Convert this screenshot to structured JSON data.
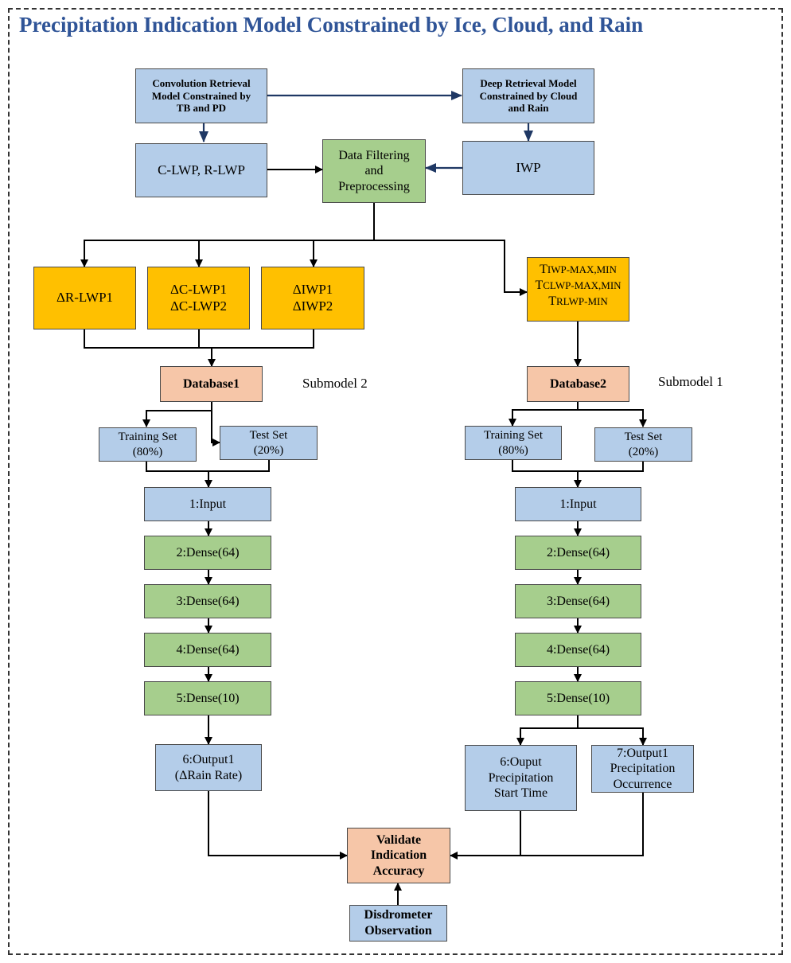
{
  "title": "Precipitation Indication Model Constrained by Ice, Cloud, and Rain",
  "nodes": {
    "conv_model": "Convolution Retrieval\nModel Constrained by\nTB and PD",
    "deep_model": "Deep Retrieval Model\nConstrained by Cloud\nand Rain",
    "clwp_rlwp": "C-LWP, R-LWP",
    "data_filter": "Data Filtering\nand\nPreprocessing",
    "iwp": "IWP",
    "d_rlwp": "ΔR-LWP1",
    "d_clwp": "ΔC-LWP1\nΔC-LWP2",
    "d_iwp": "ΔIWP1\nΔIWP2",
    "t_vars": {
      "line1_main": "T",
      "line1_sub": "IWP-MAX,MIN",
      "line2_main": "T",
      "line2_sub": "CLWP-MAX,MIN",
      "line3_main": "T",
      "line3_sub": "RLWP-MIN"
    },
    "database1": "Database1",
    "database2": "Database2",
    "submodel2": "Submodel 2",
    "submodel1": "Submodel 1",
    "train1": "Training Set\n(80%)",
    "test1": "Test Set\n(20%)",
    "train2": "Training Set\n(80%)",
    "test2": "Test Set\n(20%)",
    "left_layers": [
      "1:Input",
      "2:Dense(64)",
      "3:Dense(64)",
      "4:Dense(64)",
      "5:Dense(10)"
    ],
    "right_layers": [
      "1:Input",
      "2:Dense(64)",
      "3:Dense(64)",
      "4:Dense(64)",
      "5:Dense(10)"
    ],
    "output_left": "6:Output1\n(ΔRain Rate)",
    "output_start": "6:Ouput\nPrecipitation\nStart Time",
    "output_occ": "7:Output1\nPrecipitation\nOccurrence",
    "validate": "Validate\nIndication\nAccuracy",
    "disdrometer": "Disdrometer\nObservation"
  },
  "colors": {
    "title": "#2f5497",
    "blue_box": "#b4cde9",
    "green_box": "#a6ce8d",
    "gold_box": "#ffc000",
    "peach_box": "#f6c6a8",
    "dark_arrow": "#1f3864",
    "black_arrow": "#000000"
  }
}
